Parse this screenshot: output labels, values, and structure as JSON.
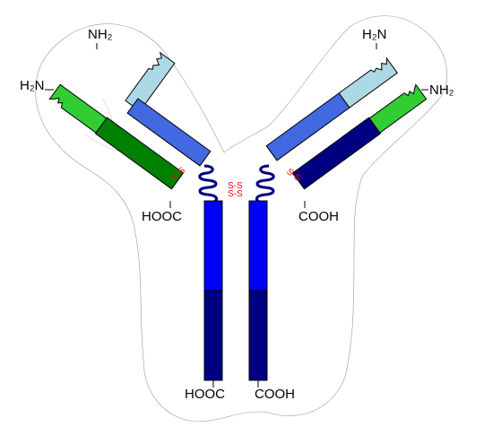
{
  "labels": {
    "h2n_top_left": "NH₂",
    "h2n_left": "H₂N",
    "h2n_top_right": "H₂N",
    "nh2_right": "NH₂",
    "hooc_left_arm": "HOOC",
    "cooh_right_arm": "COOH",
    "hooc_stem": "HOOC",
    "cooh_stem": "COOH"
  },
  "disulfide": {
    "left_arm": "S-S",
    "right_arm": "S-S",
    "hinge_top": "S-S",
    "hinge_bottom": "S-S"
  },
  "colors": {
    "heavy_variable": "#add8e6",
    "heavy_constant_1": "#4169e1",
    "heavy_constant_fc": "#0000ff",
    "heavy_constant_3": "#000080",
    "light_variable": "#32cd32",
    "light_constant": "#008000",
    "hinge": "#000080",
    "disulfide_bond": "#ff0000",
    "outline": "#9a9a9a"
  }
}
